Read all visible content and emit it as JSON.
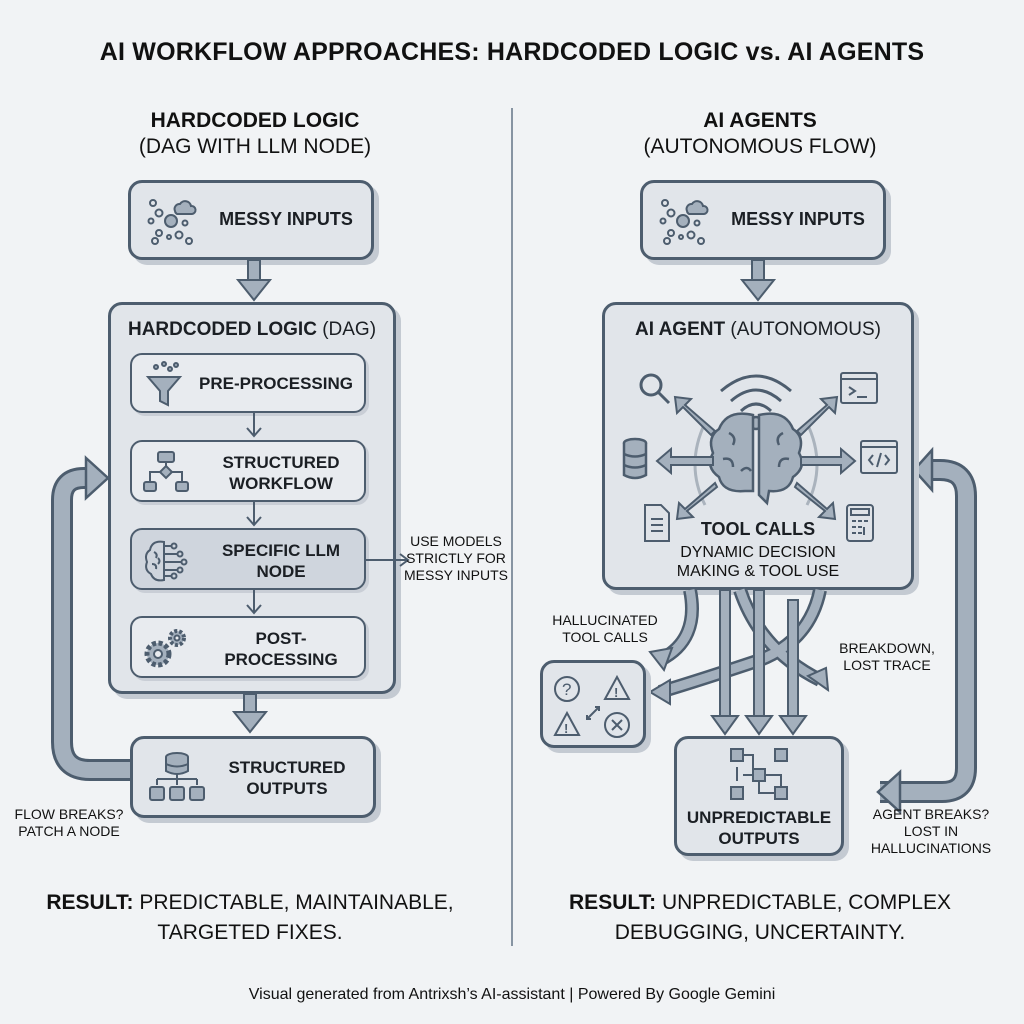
{
  "title": "AI WORKFLOW APPROACHES: HARDCODED LOGIC vs. AI AGENTS",
  "colors": {
    "background": "#f1f3f5",
    "box_fill": "#e1e5ea",
    "box_stroke": "#4d5d6e",
    "arrow_fill": "#8d9aa8",
    "divider": "#8794a2",
    "text": "#111111"
  },
  "left": {
    "heading": "HARDCODED LOGIC",
    "subheading": "(DAG WITH LLM NODE)",
    "input_box": {
      "label": "MESSY INPUTS",
      "icon": "scattered-data-cloud-icon"
    },
    "container": {
      "title_bold": "HARDCODED LOGIC",
      "title_rest": " (DAG)"
    },
    "steps": [
      {
        "label": "PRE-PROCESSING",
        "icon": "funnel-icon"
      },
      {
        "label": "STRUCTURED WORKFLOW",
        "icon": "flowchart-icon"
      },
      {
        "label": "SPECIFIC LLM NODE",
        "icon": "brain-circuit-icon"
      },
      {
        "label": "POST-PROCESSING",
        "icon": "gears-icon"
      }
    ],
    "llm_note": "USE MODELS STRICTLY FOR MESSY INPUTS",
    "output_box": {
      "label": "STRUCTURED OUTPUTS",
      "icon": "database-tree-icon"
    },
    "loop_note": "FLOW BREAKS? PATCH A NODE",
    "result_bold": "RESULT:",
    "result_text": " PREDICTABLE, MAINTAINABLE, TARGETED FIXES."
  },
  "right": {
    "heading": "AI AGENTS",
    "subheading": "(AUTONOMOUS FLOW)",
    "input_box": {
      "label": "MESSY INPUTS",
      "icon": "scattered-data-cloud-icon"
    },
    "agent_box": {
      "title_bold": "AI AGENT",
      "title_rest": " (AUTONOMOUS)",
      "tools": [
        "search-icon",
        "terminal-icon",
        "database-icon",
        "code-icon",
        "document-icon",
        "calculator-icon",
        "wireless-icon"
      ],
      "caption_bold": "TOOL CALLS",
      "caption": "DYNAMIC DECISION MAKING & TOOL USE"
    },
    "hallucinated_note": "HALLUCINATED TOOL CALLS",
    "breakdown_note": "BREAKDOWN, LOST TRACE",
    "error_box": {
      "icons": [
        "question-icon",
        "warning-icon",
        "warning-icon",
        "error-x-icon"
      ]
    },
    "output_box": {
      "label": "UNPREDICTABLE OUTPUTS",
      "icon": "tangled-nodes-icon"
    },
    "loop_note": "AGENT BREAKS? LOST IN HALLUCINATIONS",
    "result_bold": "RESULT:",
    "result_text": " UNPREDICTABLE, COMPLEX DEBUGGING, UNCERTAINTY."
  },
  "footer": "Visual generated from Antrixsh’s AI-assistant | Powered By Google Gemini"
}
